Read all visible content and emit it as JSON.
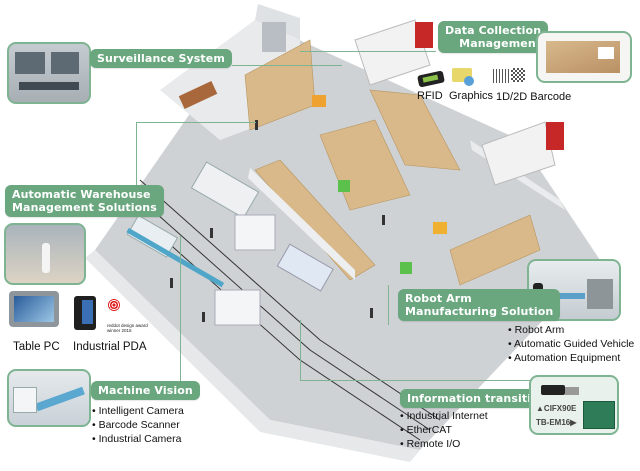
{
  "title": "Smart Factory / Warehouse Solutions Overview",
  "colors": {
    "label_green": "#6aa77f",
    "line_green": "#7fb493",
    "floor_gray": "#cfd2d4",
    "box_tan": "#d9b98a"
  },
  "sections": {
    "surveillance": {
      "label": "Surveillance System"
    },
    "data_collection": {
      "label_line1": "Data Collection",
      "label_line2": "Management",
      "items": [
        "RFID",
        "Graphics",
        "1D/2D Barcode"
      ],
      "icons": [
        "rfid-reader-icon",
        "graphics-icon",
        "barcode-icon"
      ]
    },
    "warehouse": {
      "label_line1": "Automatic Warehouse",
      "label_line2": "Management Solutions",
      "devices": [
        "Table PC",
        "Industrial PDA"
      ],
      "award_line1": "reddot design award",
      "award_line2": "winner 2015"
    },
    "robot_arm": {
      "label_line1": "Robot Arm",
      "label_line2": "Manufacturing Solution",
      "items": [
        "Robot Arm",
        "Automatic Guided Vehicle",
        "Automation Equipment"
      ]
    },
    "machine_vision": {
      "label": "Machine Vision",
      "items": [
        "Intelligent Camera",
        "Barcode Scanner",
        "Industrial Camera"
      ]
    },
    "information": {
      "label": "Information transition",
      "items": [
        "Industrial Internet",
        "EtherCAT",
        "Remote I/O"
      ],
      "product1": "▲CIFX90E",
      "product2": "TB-EM16▶"
    }
  }
}
